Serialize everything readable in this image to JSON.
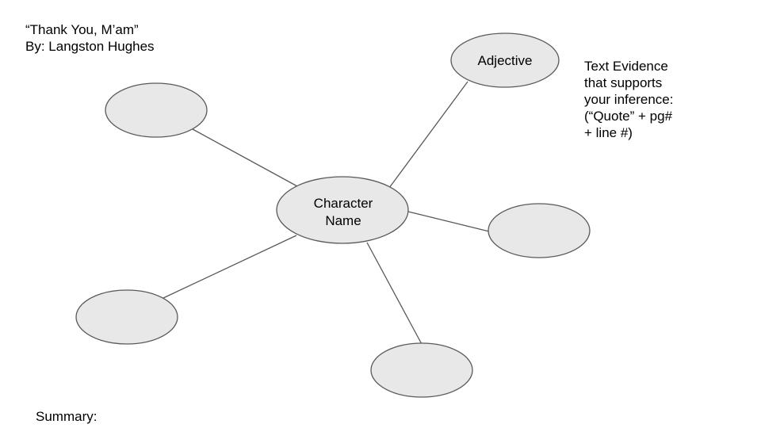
{
  "title": {
    "line1": "“Thank You, M’am”",
    "line2": "By: Langston Hughes"
  },
  "evidence_note": {
    "line1": "Text Evidence",
    "line2": "that supports",
    "line3": "your inference:",
    "line4": "(“Quote” + pg#",
    "line5": "+ line #)"
  },
  "summary_label": "Summary:",
  "center_node": {
    "line1": "Character",
    "line2": "Name"
  },
  "adjective_node": {
    "label": "Adjective"
  },
  "colors": {
    "node_fill": "#e8e8e8",
    "node_stroke": "#595959",
    "connector": "#595959"
  }
}
